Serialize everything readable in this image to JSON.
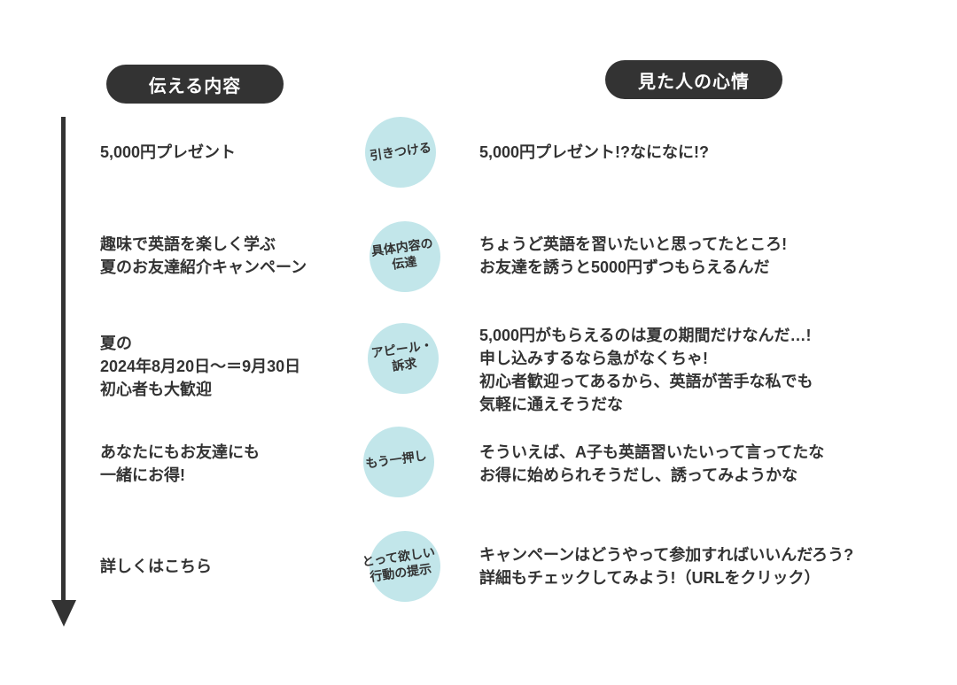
{
  "headers": {
    "left": "伝える内容",
    "right": "見た人の心情"
  },
  "rows": [
    {
      "content": "5,000円プレゼント",
      "stage": "引きつける",
      "feeling": "5,000円プレゼント!?なになに!?"
    },
    {
      "content": "趣味で英語を楽しく学ぶ\n夏のお友達紹介キャンペーン",
      "stage": "具体内容の\n伝達",
      "feeling": "ちょうど英語を習いたいと思ってたところ!\nお友達を誘うと5000円ずつもらえるんだ"
    },
    {
      "content": "夏の\n2024年8月20日〜＝9月30日\n初心者も大歓迎",
      "stage": "アピール・\n訴求",
      "feeling": "5,000円がもらえるのは夏の期間だけなんだ…!\n申し込みするなら急がなくちゃ!\n初心者歓迎ってあるから、英語が苦手な私でも\n気軽に通えそうだな"
    },
    {
      "content": "あなたにもお友達にも\n一緒にお得!",
      "stage": "もう一押し",
      "feeling": "そういえば、A子も英語習いたいって言ってたな\nお得に始められそうだし、誘ってみようかな"
    },
    {
      "content": "詳しくはこちら",
      "stage": "とって欲しい\n行動の提示",
      "feeling": "キャンペーンはどうやって参加すればいいんだろう?\n詳細もチェックしてみよう!（URLをクリック）"
    }
  ],
  "colors": {
    "dark": "#333333",
    "circle": "#c2e6ea"
  }
}
